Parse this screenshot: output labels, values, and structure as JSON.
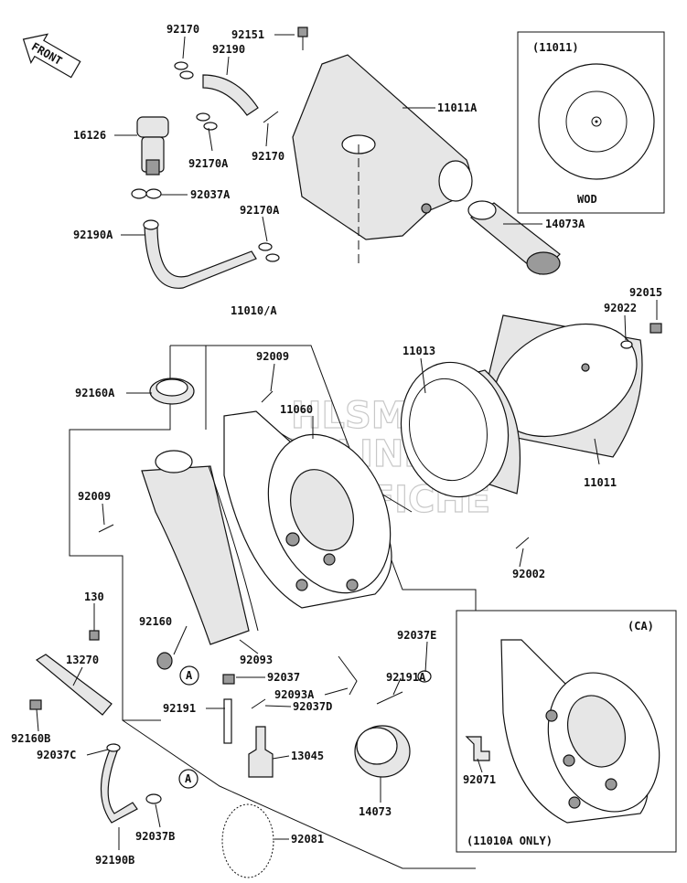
{
  "labels": {
    "p92170": "92170",
    "p92151": "92151",
    "p92190": "92190",
    "p16126": "16126",
    "p11011A": "11011A",
    "p92170b": "92170",
    "p92170A": "92170A",
    "p92037A": "92037A",
    "p92170A2": "92170A",
    "p92190A": "92190A",
    "p14073A": "14073A",
    "p92015": "92015",
    "p92022": "92022",
    "p11010A": "11010/A",
    "p11013": "11013",
    "p92009a": "92009",
    "p92160A": "92160A",
    "p11060": "11060",
    "p11011": "11011",
    "p92009b": "92009",
    "p92002": "92002",
    "p130": "130",
    "p92160": "92160",
    "p92037E": "92037E",
    "p13270": "13270",
    "p92093": "92093",
    "p92037": "92037",
    "p92093A": "92093A",
    "p92191A": "92191A",
    "p92191": "92191",
    "p92037D": "92037D",
    "p92160B": "92160B",
    "p92037C": "92037C",
    "p13045": "13045",
    "p14073": "14073",
    "p92071": "92071",
    "p92037B": "92037B",
    "p92081": "92081",
    "p92190B": "92190B"
  },
  "callouts": {
    "a1": "A",
    "a2": "A"
  },
  "front_arrow": "FRONT",
  "inset_top": {
    "title": "(11011)",
    "caption": "WOD"
  },
  "inset_bottom": {
    "title": "(CA)",
    "caption": "(11010A ONLY)"
  },
  "watermark": {
    "line1": "HLSM",
    "line2": "ONLINE",
    "line3": "MICROFICHE"
  }
}
